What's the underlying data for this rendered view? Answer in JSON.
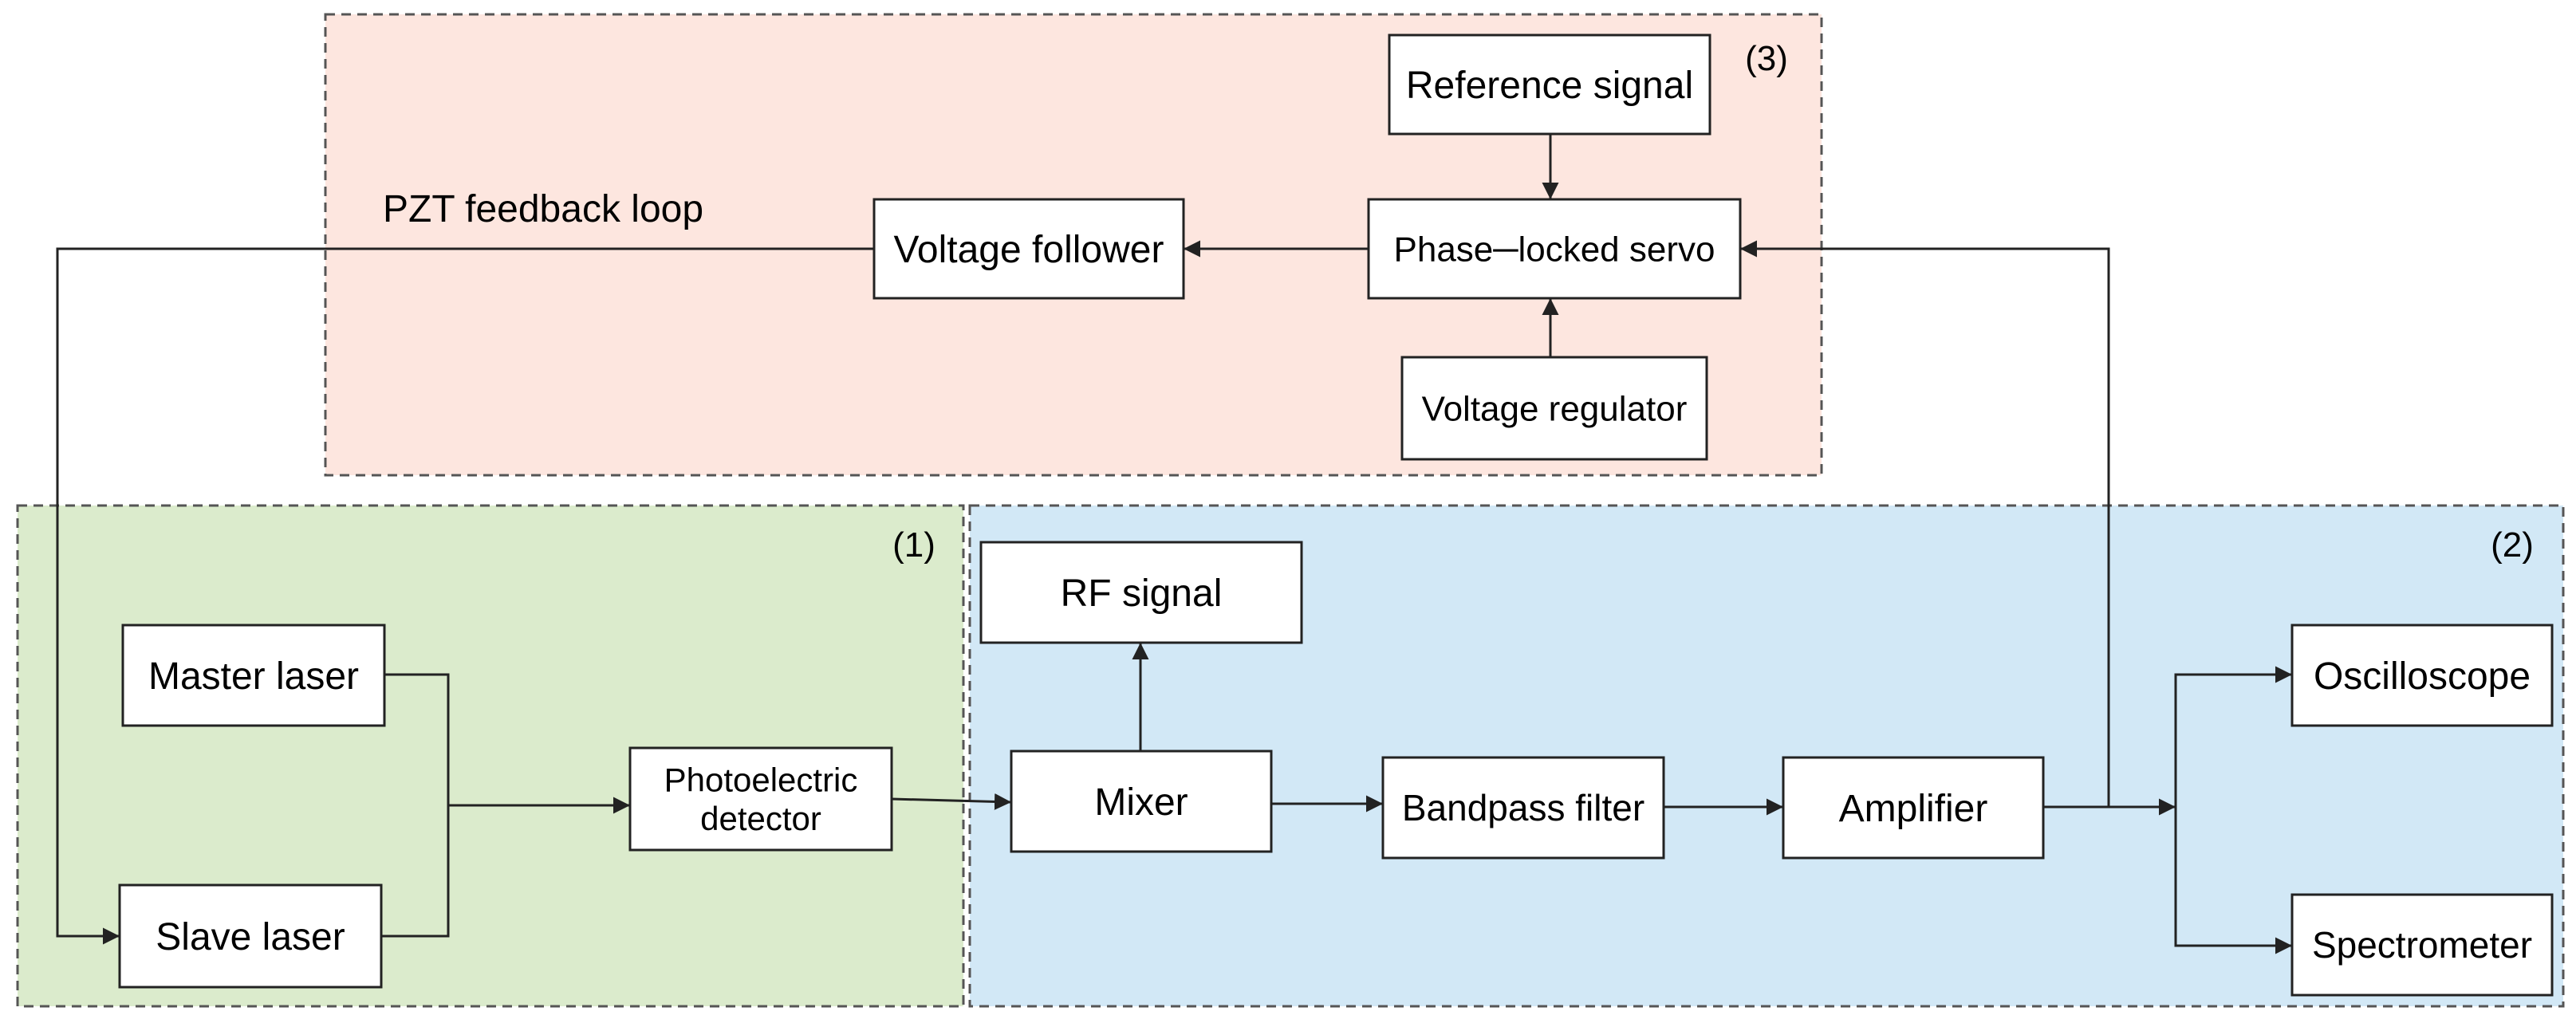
{
  "regions": [
    {
      "id": "r3",
      "label": "(3)",
      "fill": "#fde6df"
    },
    {
      "id": "r1",
      "label": "(1)",
      "fill": "#dbebcc"
    },
    {
      "id": "r2",
      "label": "(2)",
      "fill": "#d2e8f6"
    }
  ],
  "loop_label": "PZT feedback loop",
  "blocks": {
    "reference_signal": [
      "Reference signal"
    ],
    "voltage_follower": [
      "Voltage follower"
    ],
    "phase_locked_servo": [
      "Phase─locked servo"
    ],
    "voltage_regulator": [
      "Voltage regulator"
    ],
    "master_laser": [
      "Master laser"
    ],
    "slave_laser": [
      "Slave laser"
    ],
    "photoelectric_detector": [
      "Photoelectric",
      "detector"
    ],
    "rf_signal": [
      "RF signal"
    ],
    "mixer": [
      "Mixer"
    ],
    "bandpass_filter": [
      "Bandpass filter"
    ],
    "amplifier": [
      "Amplifier"
    ],
    "oscilloscope": [
      "Oscilloscope"
    ],
    "spectrometer": [
      "Spectrometer"
    ]
  },
  "colors": {
    "region_border": "#555555",
    "line": "#222222",
    "box_border": "#222222",
    "box_fill": "#ffffff"
  }
}
